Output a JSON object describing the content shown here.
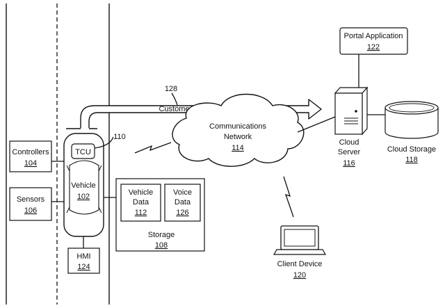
{
  "controllers": {
    "label": "Controllers",
    "ref": "104"
  },
  "sensors": {
    "label": "Sensors",
    "ref": "106"
  },
  "tcu": {
    "label": "TCU",
    "ref": "110"
  },
  "vehicle": {
    "label": "Vehicle",
    "ref": "102"
  },
  "hmi": {
    "label": "HMI",
    "ref": "124"
  },
  "vehicle_data": {
    "line1": "Vehicle",
    "line2": "Data",
    "ref": "112"
  },
  "voice_data": {
    "line1": "Voice",
    "line2": "Data",
    "ref": "126"
  },
  "storage": {
    "label": "Storage",
    "ref": "108"
  },
  "feedback": {
    "label": "Customer Feedback",
    "ref": "128"
  },
  "network": {
    "line1": "Communications",
    "line2": "Network",
    "ref": "114"
  },
  "portal": {
    "label": "Portal Application",
    "ref": "122"
  },
  "cloud_server": {
    "line1": "Cloud",
    "line2": "Server",
    "ref": "116"
  },
  "cloud_storage": {
    "label": "Cloud Storage",
    "ref": "118"
  },
  "client_device": {
    "label": "Client Device",
    "ref": "120"
  }
}
